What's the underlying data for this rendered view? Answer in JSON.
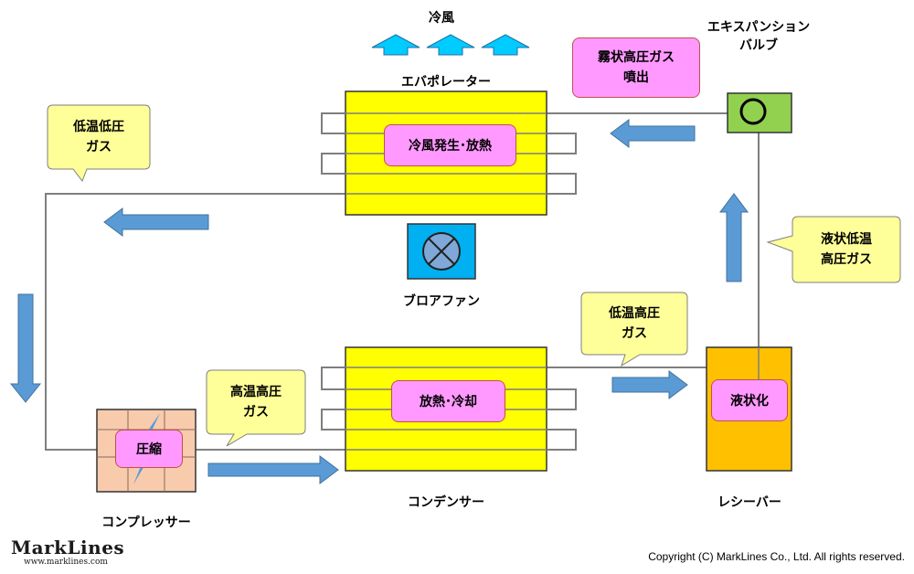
{
  "labels": {
    "cold_air": "冷風",
    "evaporator": "エバポレーター",
    "expansion_valve_line1": "エキスパンション",
    "expansion_valve_line2": "バルブ",
    "blower_fan": "ブロアファン",
    "compressor": "コンプレッサー",
    "condenser": "コンデンサー",
    "receiver": "レシーバー"
  },
  "process_boxes": {
    "evaporator": "冷風発生･放熱",
    "condenser": "放熱･冷却",
    "compressor": "圧縮",
    "receiver": "液状化",
    "expansion_line1": "霧状高圧ガス",
    "expansion_line2": "噴出"
  },
  "callouts": {
    "low_temp_low_pressure_line1": "低温低圧",
    "low_temp_low_pressure_line2": "ガス",
    "high_temp_high_pressure_line1": "高温高圧",
    "high_temp_high_pressure_line2": "ガス",
    "low_temp_high_pressure_line1": "低温高圧",
    "low_temp_high_pressure_line2": "ガス",
    "liquid_line1": "液状低温",
    "liquid_line2": "高圧ガス"
  },
  "logo": {
    "name": "MarkLines",
    "url": "www.marklines.com"
  },
  "copyright": "Copyright (C) MarkLines Co., Ltd. All rights reserved.",
  "colors": {
    "heat_exchanger": "#ffff00",
    "process_box": "#ff99ff",
    "callout": "#ffff99",
    "flow_arrow": "#5b9bd5",
    "cold_air_arrow": "#00ccff",
    "expansion_valve": "#92d050",
    "fan_box": "#00b0f0",
    "receiver": "#ffc000",
    "compressor": "#f8cbad",
    "pipe": "#7f7f7f"
  }
}
